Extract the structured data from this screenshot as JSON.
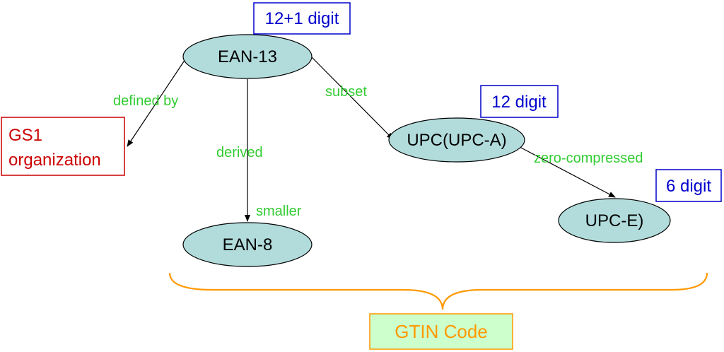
{
  "nodes": {
    "ean13": "EAN-13",
    "ean8": "EAN-8",
    "upca": "UPC(UPC-A)",
    "upce": "UPC-E)"
  },
  "digit_boxes": {
    "ean13": "12+1 digit",
    "upca": "12 digit",
    "upce": "6 digit"
  },
  "gs1": {
    "line1": "GS1",
    "line2": "organization"
  },
  "edge_labels": {
    "defined_by": "defined by",
    "derived": "derived",
    "smaller": "smaller",
    "subset": "subset",
    "zero_compressed": "zero-compressed"
  },
  "group_label": "GTIN Code",
  "colors": {
    "node_fill": "#b2dcdc",
    "edge_label": "#33cc33",
    "digit_box": "#0000cc",
    "gs1": "#cc0000",
    "brace": "#ff9900",
    "gtin_fill": "#ccffcc"
  }
}
